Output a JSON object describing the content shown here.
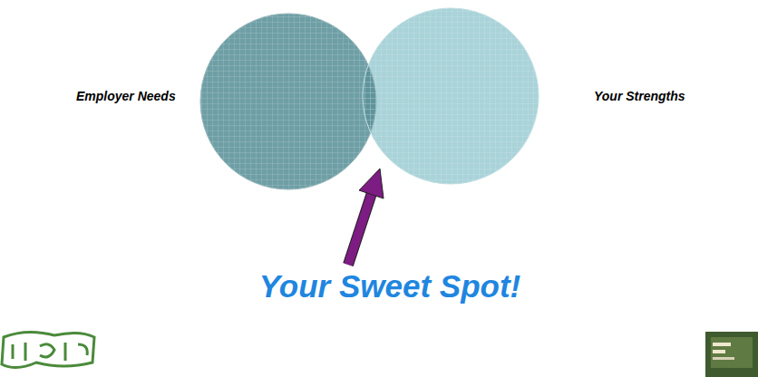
{
  "diagram": {
    "labels": [
      "Employer Needs",
      "Your Strengths",
      "Your Sweet Spot!"
    ]
  }
}
